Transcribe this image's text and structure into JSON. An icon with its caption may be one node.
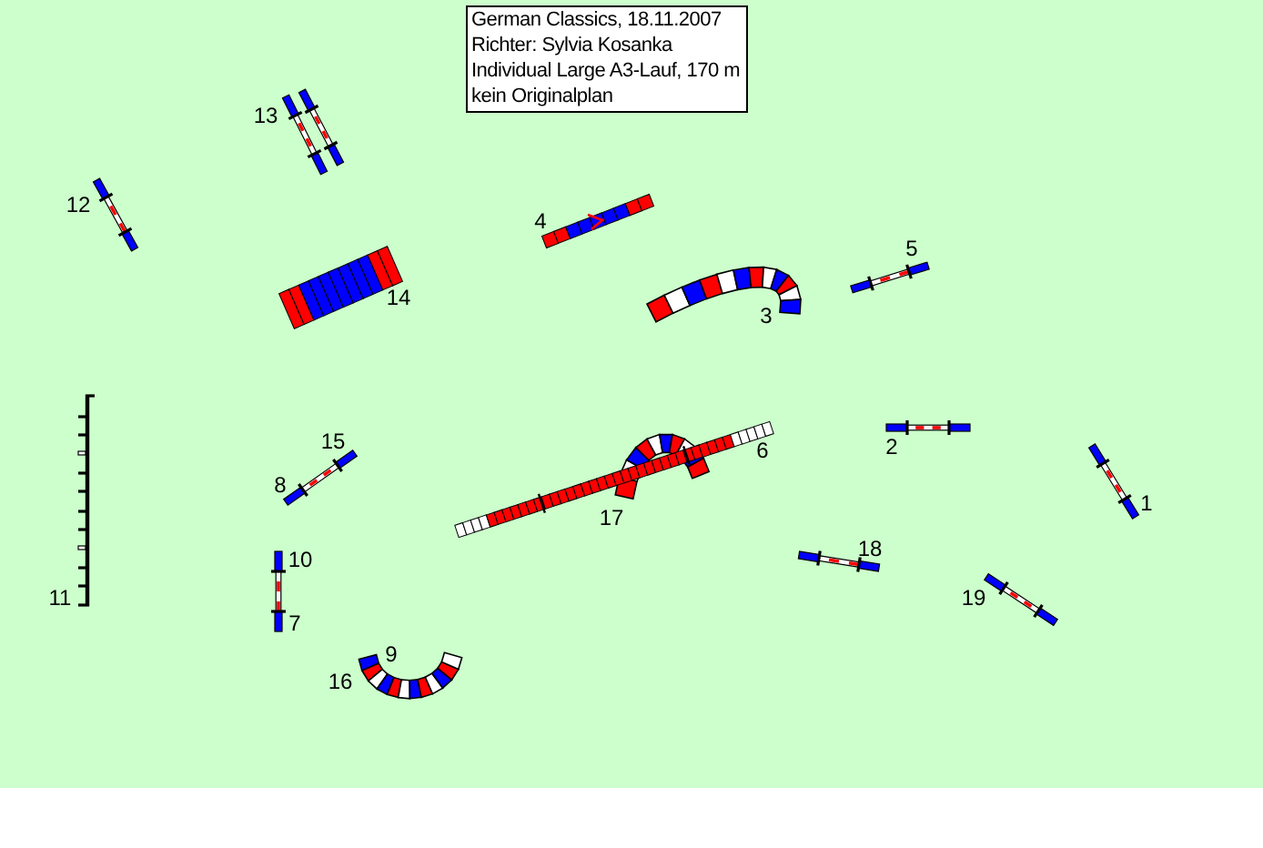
{
  "diagram": {
    "nodes": [
      {
        "text": [
          "German Classics, 18.11.2007",
          "Richter: Sylvia Kosanka",
          "Individual Large A3-Lauf, 170 m",
          "kein Originalplan"
        ]
      }
    ],
    "labels": [
      "13",
      "12",
      "4",
      "5",
      "14",
      "3",
      "15",
      "2",
      "6",
      "8",
      "1",
      "17",
      "18",
      "10",
      "11",
      "19",
      "7",
      "9",
      "16"
    ]
  }
}
